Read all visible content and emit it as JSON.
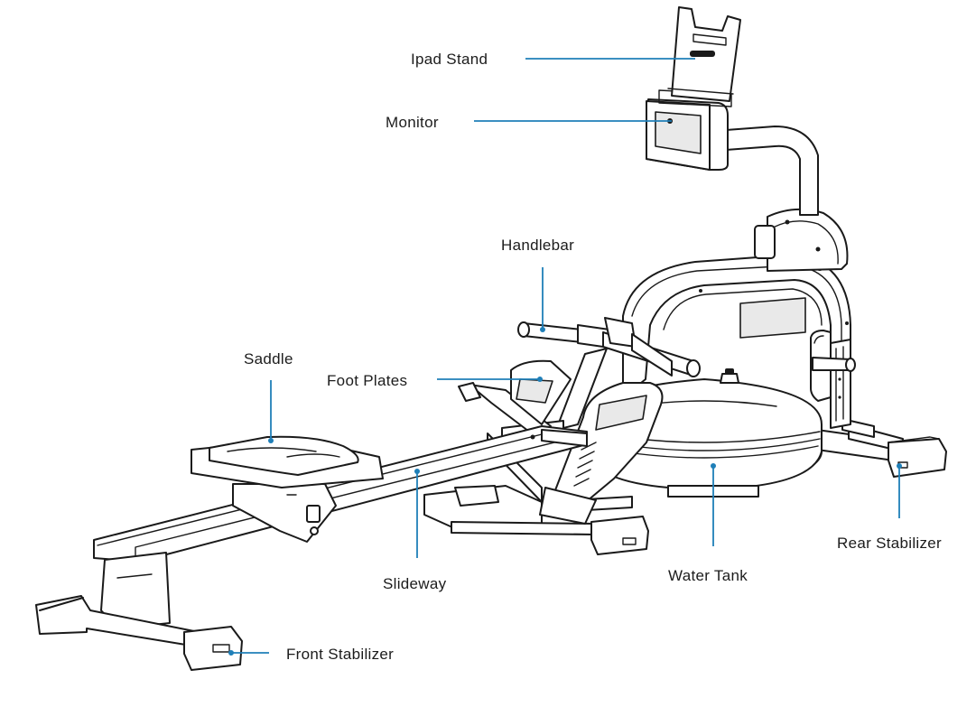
{
  "labels": {
    "ipad_stand": "Ipad Stand",
    "monitor": "Monitor",
    "handlebar": "Handlebar",
    "saddle": "Saddle",
    "foot_plates": "Foot Plates",
    "slideway": "Slideway",
    "water_tank": "Water Tank",
    "rear_stabilizer": "Rear Stabilizer",
    "front_stabilizer": "Front Stabilizer"
  },
  "colors": {
    "leader_line": "#1f7fb8",
    "label_text": "#1c1c1c",
    "machine_outline": "#1a1a1a",
    "background": "#ffffff"
  }
}
